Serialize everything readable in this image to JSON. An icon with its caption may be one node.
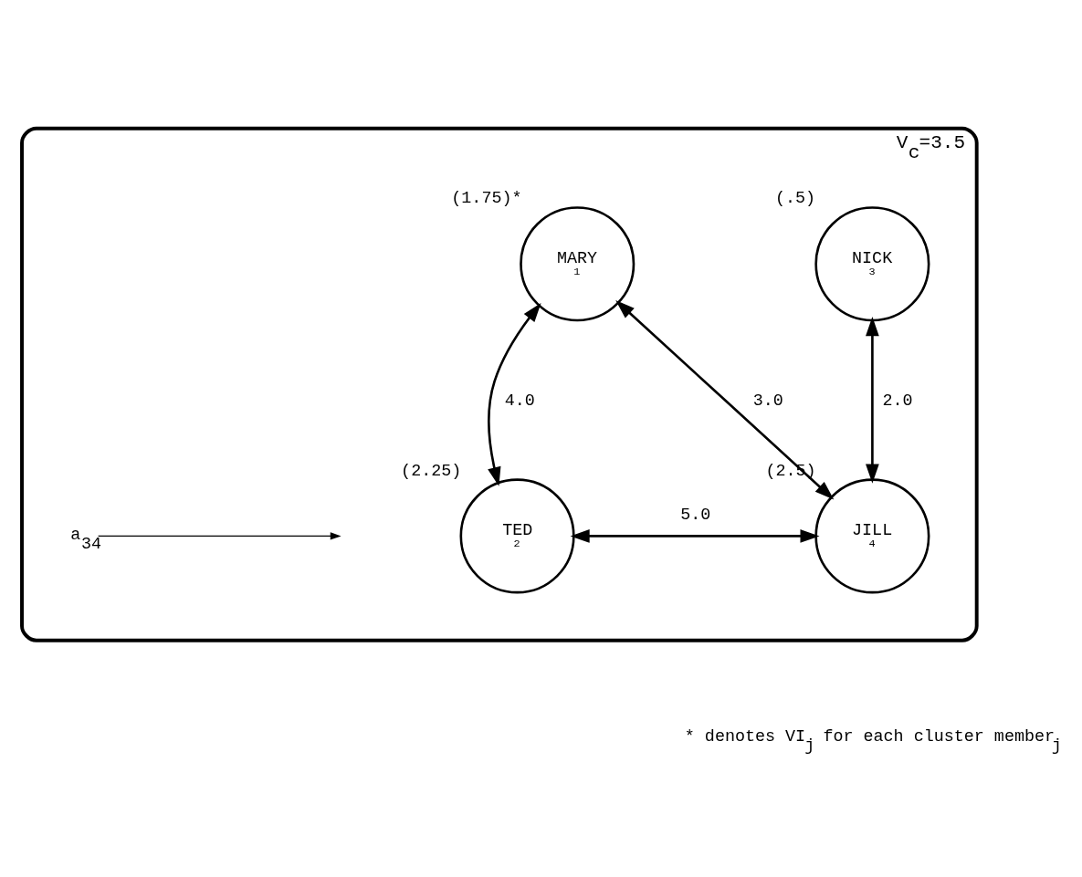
{
  "diagram": {
    "nodes": [
      {
        "text": [],
        "shape": "cloud",
        "beside": [
          "V$_{c}$=3.5"
        ]
      },
      {
        "text": [
          "MARY",
          "1"
        ],
        "in": 0,
        "beside": [
          "(1.75)*"
        ]
      },
      {
        "text": [
          "NICK",
          "3"
        ],
        "in": 0,
        "beside": [
          "(.5)"
        ]
      },
      {
        "text": [
          "TED",
          "2"
        ],
        "in": 0,
        "beside": [
          "(2.25)"
        ]
      },
      {
        "text": [
          "JILL",
          "4"
        ],
        "in": 0,
        "beside": [
          "(2.5)"
        ]
      },
      {
        "text": [
          "a$_{34}$"
        ],
        "in": 0
      }
    ],
    "edges": [
      {
        "from": 1,
        "to": 3,
        "arrow": "both",
        "label": "4.0"
      },
      {
        "from": 1,
        "to": 4,
        "arrow": "both",
        "label": "3.0"
      },
      {
        "from": 2,
        "to": 4,
        "arrow": "both",
        "label": "2.0"
      },
      {
        "from": 3,
        "to": 4,
        "arrow": "both",
        "label": "5.0"
      },
      {
        "from": 5,
        "to": null,
        "arrow": "to"
      }
    ],
    "labels": [
      "* denotes VI$_{j}$ for each cluster member$_{j}$"
    ]
  }
}
